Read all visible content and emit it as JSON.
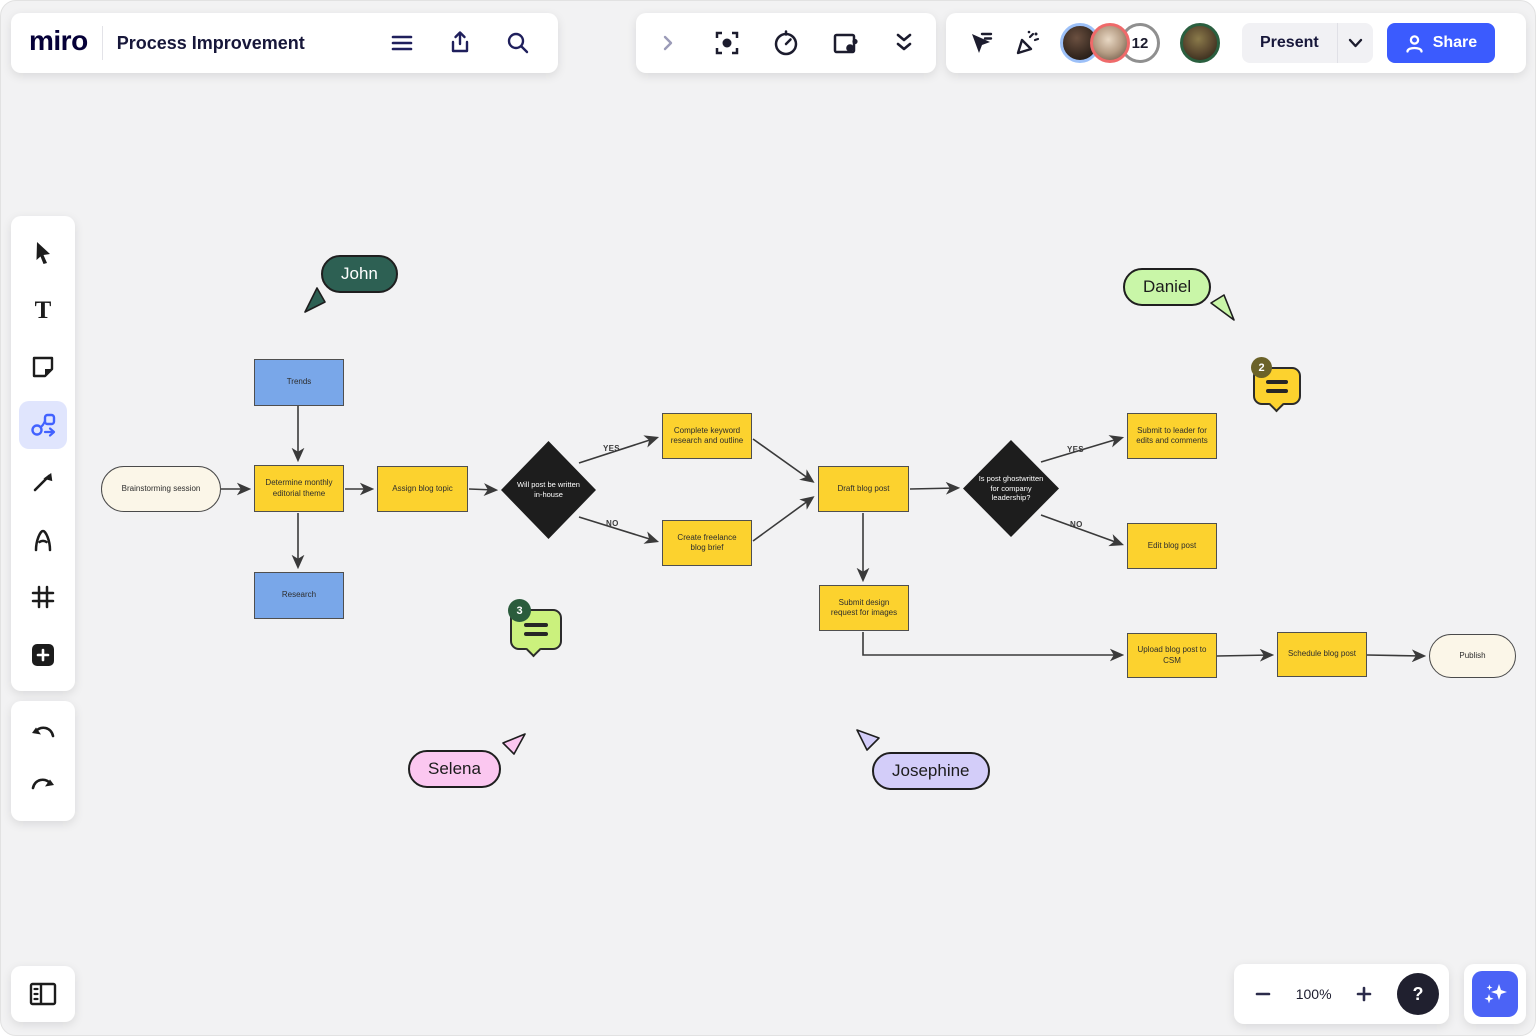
{
  "colors": {
    "accent_blue": "#3b5bfe",
    "tool_active_blue": "#4262ff",
    "node_yellow": "#fcd22e",
    "node_blue": "#79a7e9",
    "node_black": "#1d1d1d",
    "node_cream": "#fbf6e8",
    "canvas_bg": "#f2f2f3"
  },
  "top_left_bar": {
    "logo": "miro",
    "board_title": "Process Improvement",
    "icons": [
      "menu-icon",
      "export-icon",
      "search-icon"
    ]
  },
  "top_middle_bar": {
    "icons": [
      "expand-chevron-icon",
      "attention-frame-icon",
      "timer-icon",
      "screen-share-icon",
      "collapse-chevrons-icon"
    ]
  },
  "top_right_bar": {
    "icons": [
      "hide-collaborator-cursors-icon",
      "reactions-confetti-icon"
    ],
    "participant_count": "12",
    "present_label": "Present",
    "share_label": "Share",
    "avatars": [
      {
        "ring": "#9cc0f8"
      },
      {
        "ring": "#ef6a6a"
      }
    ],
    "facilitator_ring": "#2a5f3f"
  },
  "left_toolbar": {
    "tools": [
      {
        "id": "select",
        "icon": "cursor-icon",
        "active": false
      },
      {
        "id": "text",
        "icon": "text-icon",
        "active": false
      },
      {
        "id": "sticky-note",
        "icon": "sticky-note-icon",
        "active": false
      },
      {
        "id": "shapes",
        "icon": "shapes-connector-icon",
        "active": true
      },
      {
        "id": "connection-line",
        "icon": "arrow-icon",
        "active": false
      },
      {
        "id": "pen",
        "icon": "pen-icon",
        "active": false
      },
      {
        "id": "frame",
        "icon": "frame-icon",
        "active": false
      },
      {
        "id": "more-tools",
        "icon": "plus-icon",
        "active": false
      }
    ]
  },
  "history": {
    "icons": [
      "undo-icon",
      "redo-icon"
    ]
  },
  "bottom_left": {
    "icons": [
      "frames-panel-icon"
    ]
  },
  "bottom_right": {
    "zoom_out": "−",
    "zoom_level": "100%",
    "zoom_in": "+",
    "help_label": "?",
    "icons": [
      "ai-sparkles-icon"
    ]
  },
  "flowchart": {
    "nodes": [
      {
        "id": "brainstorming",
        "type": "oval",
        "label": "Brainstorming session"
      },
      {
        "id": "trends",
        "type": "rect-blue",
        "label": "Trends"
      },
      {
        "id": "determine-theme",
        "type": "rect-yellow",
        "label": "Determine monthly editorial theme"
      },
      {
        "id": "assign-topic",
        "type": "rect-yellow",
        "label": "Assign blog topic"
      },
      {
        "id": "research",
        "type": "rect-blue",
        "label": "Research"
      },
      {
        "id": "decision-inhouse",
        "type": "diamond",
        "label": "Will post be written in-house"
      },
      {
        "id": "keyword-research",
        "type": "rect-yellow",
        "label": "Complete keyword research and outline"
      },
      {
        "id": "freelance-brief",
        "type": "rect-yellow",
        "label": "Create freelance blog brief"
      },
      {
        "id": "draft-post",
        "type": "rect-yellow",
        "label": "Draft blog post"
      },
      {
        "id": "decision-ghostwritten",
        "type": "diamond",
        "label": "Is post ghostwritten for company leadership?"
      },
      {
        "id": "submit-leader",
        "type": "rect-yellow",
        "label": "Submit to leader for edits and comments"
      },
      {
        "id": "edit-post",
        "type": "rect-yellow",
        "label": "Edit blog post"
      },
      {
        "id": "design-request",
        "type": "rect-yellow",
        "label": "Submit design request for images"
      },
      {
        "id": "upload-csm",
        "type": "rect-yellow",
        "label": "Upload blog post to CSM"
      },
      {
        "id": "schedule-post",
        "type": "rect-yellow",
        "label": "Schedule blog post"
      },
      {
        "id": "publish",
        "type": "oval",
        "label": "Publish"
      }
    ],
    "edge_labels": [
      "YES",
      "NO",
      "YES",
      "NO"
    ],
    "cursors": [
      {
        "name": "John",
        "color": "#2d6053"
      },
      {
        "name": "Daniel",
        "color": "#c9f6a8"
      },
      {
        "name": "Selena",
        "color": "#fbc7f0"
      },
      {
        "name": "Josephine",
        "color": "#d3cdf9"
      }
    ],
    "comments": [
      {
        "count": "3",
        "bubble": "#cbf17d",
        "badge": "#2b5c3c"
      },
      {
        "count": "2",
        "bubble": "#fcd22e",
        "badge": "#6b6228"
      }
    ]
  }
}
